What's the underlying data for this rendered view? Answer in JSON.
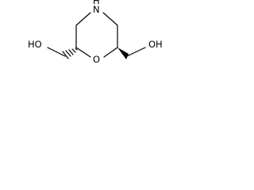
{
  "molecule": {
    "atoms": {
      "nitrogen": "N",
      "hydrogen_on_n": "H",
      "ring_oxygen": "O",
      "left_hydroxyl": "HO",
      "right_hydroxyl": "OH"
    }
  }
}
